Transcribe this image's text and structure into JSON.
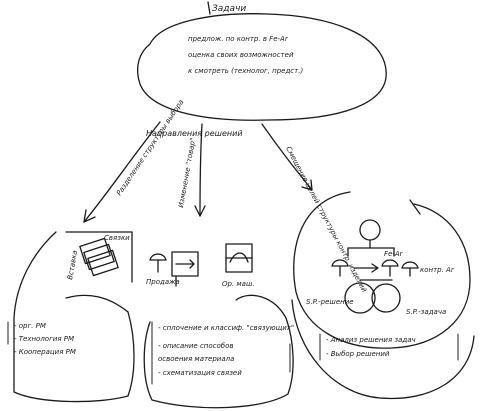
{
  "top_cloud": {
    "title": "Задачи",
    "items": [
      "предлож. по контр. в Fe-Ar",
      "оценка своих возможностей",
      "к смотреть (технолог, предст.)"
    ]
  },
  "center_label": "Направления решений",
  "arrows": {
    "left": "Разделение структуры выбора",
    "middle": "Изменение \"товар\"",
    "right": "Смещение целей структуры контр. изделий"
  },
  "left_cluster": {
    "frame_label": "Вставка",
    "box_label": "Связки",
    "list": [
      "- орг. РМ",
      "- Технология РМ",
      "- Кооперация РМ"
    ]
  },
  "middle_cluster": {
    "left_caption": "Продажа",
    "right_caption": "Ор. маш.",
    "list": [
      "- сплочение и классиф. \"связующих\"",
      "- описание способов",
      "  освоения материала",
      "- схематизация связей"
    ]
  },
  "right_cluster": {
    "fe_ar_label": "Fe-Ar",
    "kontr_label": "контр. Ar",
    "s_resh_label": "S.P.-решение",
    "s_zad_label": "S.P.-задача",
    "list": [
      "- Анализ решения задач",
      "- Выбор решений"
    ]
  }
}
